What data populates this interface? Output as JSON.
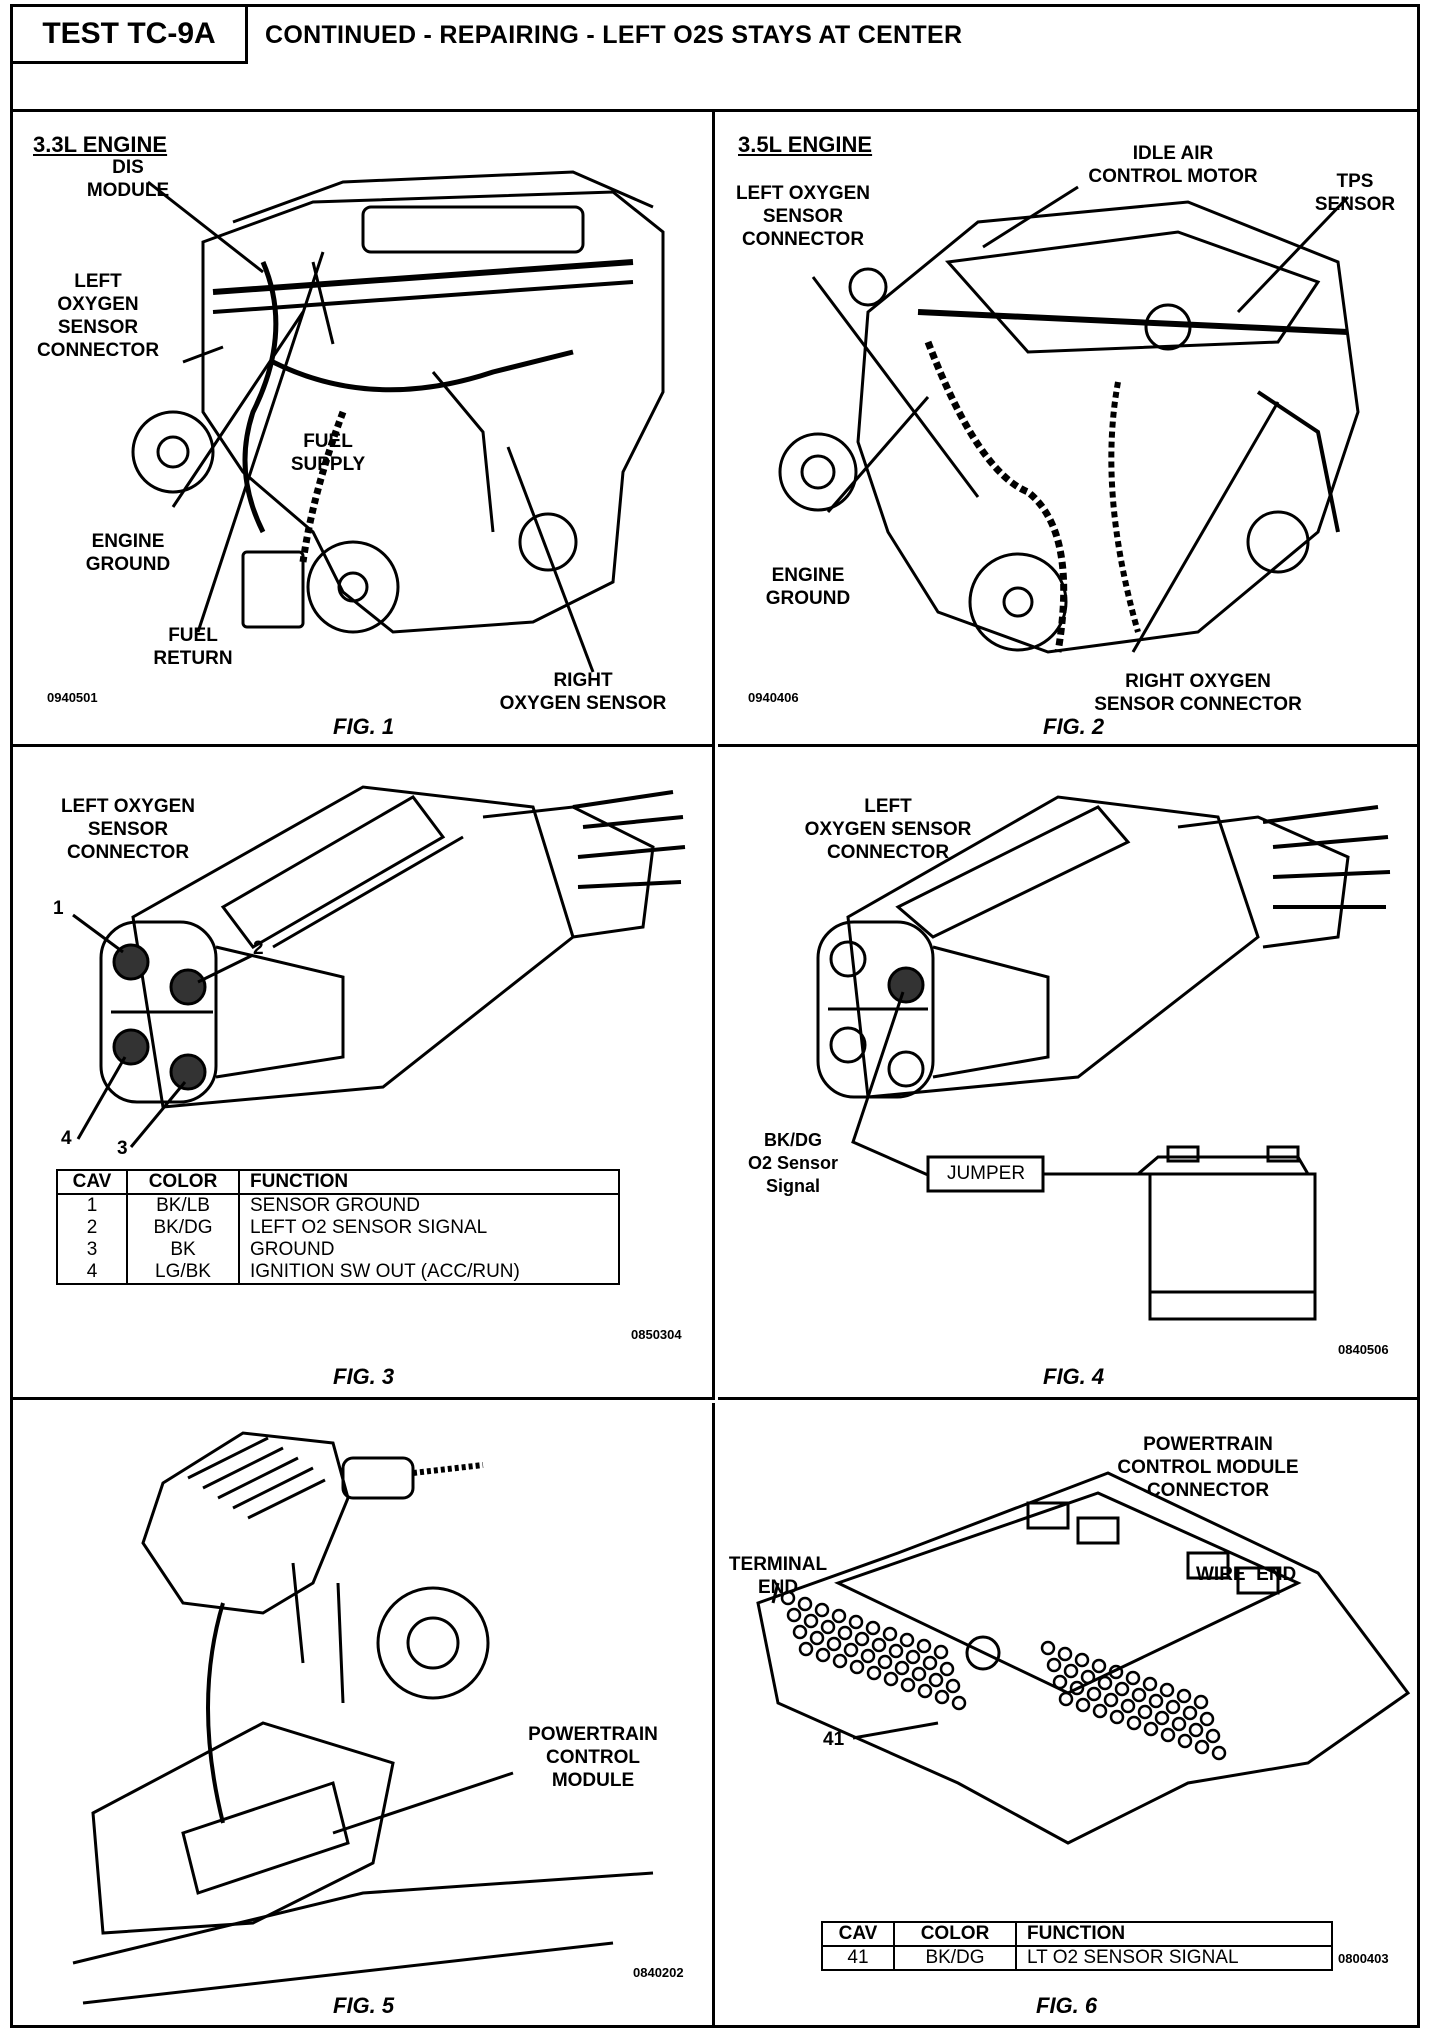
{
  "header": {
    "test_id": "TEST TC-9A",
    "title": "CONTINUED - REPAIRING - LEFT O2S STAYS AT CENTER"
  },
  "fig1": {
    "engine_title": "3.3L ENGINE",
    "dis_module": [
      "DIS",
      "MODULE"
    ],
    "left_o2_connector": [
      "LEFT",
      "OXYGEN",
      "SENSOR",
      "CONNECTOR"
    ],
    "fuel_supply": [
      "FUEL",
      "SUPPLY"
    ],
    "engine_ground": [
      "ENGINE",
      "GROUND"
    ],
    "fuel_return": [
      "FUEL",
      "RETURN"
    ],
    "right_o2_sensor": [
      "RIGHT",
      "OXYGEN SENSOR"
    ],
    "code": "0940501",
    "caption": "FIG. 1"
  },
  "fig2": {
    "engine_title": "3.5L ENGINE",
    "left_o2_connector": [
      "LEFT OXYGEN",
      "SENSOR",
      "CONNECTOR"
    ],
    "idle_air": [
      "IDLE AIR",
      "CONTROL MOTOR"
    ],
    "tps": [
      "TPS",
      "SENSOR"
    ],
    "engine_ground": [
      "ENGINE",
      "GROUND"
    ],
    "right_o2_connector": [
      "RIGHT OXYGEN",
      "SENSOR CONNECTOR"
    ],
    "code": "0940406",
    "caption": "FIG. 2"
  },
  "fig3": {
    "connector_label": [
      "LEFT OXYGEN",
      "SENSOR",
      "CONNECTOR"
    ],
    "cavity_numbers": [
      "1",
      "2",
      "3",
      "4"
    ],
    "table": {
      "headers": [
        "CAV",
        "COLOR",
        "FUNCTION"
      ],
      "rows": [
        [
          "1",
          "BK/LB",
          "SENSOR GROUND"
        ],
        [
          "2",
          "BK/DG",
          "LEFT O2 SENSOR SIGNAL"
        ],
        [
          "3",
          "BK",
          "GROUND"
        ],
        [
          "4",
          "LG/BK",
          "IGNITION SW OUT (ACC/RUN)"
        ]
      ]
    },
    "code": "0850304",
    "caption": "FIG. 3"
  },
  "fig4": {
    "connector_label": [
      "LEFT",
      "OXYGEN SENSOR",
      "CONNECTOR"
    ],
    "wire_label": [
      "BK/DG",
      "O2 Sensor",
      "Signal"
    ],
    "jumper": "JUMPER",
    "code": "0840506",
    "caption": "FIG. 4"
  },
  "fig5": {
    "module_label": [
      "POWERTRAIN",
      "CONTROL",
      "MODULE"
    ],
    "code": "0840202",
    "caption": "FIG. 5"
  },
  "fig6": {
    "connector_label": [
      "POWERTRAIN",
      "CONTROL MODULE",
      "CONNECTOR"
    ],
    "terminal_end": [
      "TERMINAL",
      "END"
    ],
    "wire_end": "WIRE  END",
    "pin_number": "41",
    "table": {
      "headers": [
        "CAV",
        "COLOR",
        "FUNCTION"
      ],
      "rows": [
        [
          "41",
          "BK/DG",
          "LT O2 SENSOR SIGNAL"
        ]
      ]
    },
    "code": "0800403",
    "caption": "FIG. 6"
  }
}
